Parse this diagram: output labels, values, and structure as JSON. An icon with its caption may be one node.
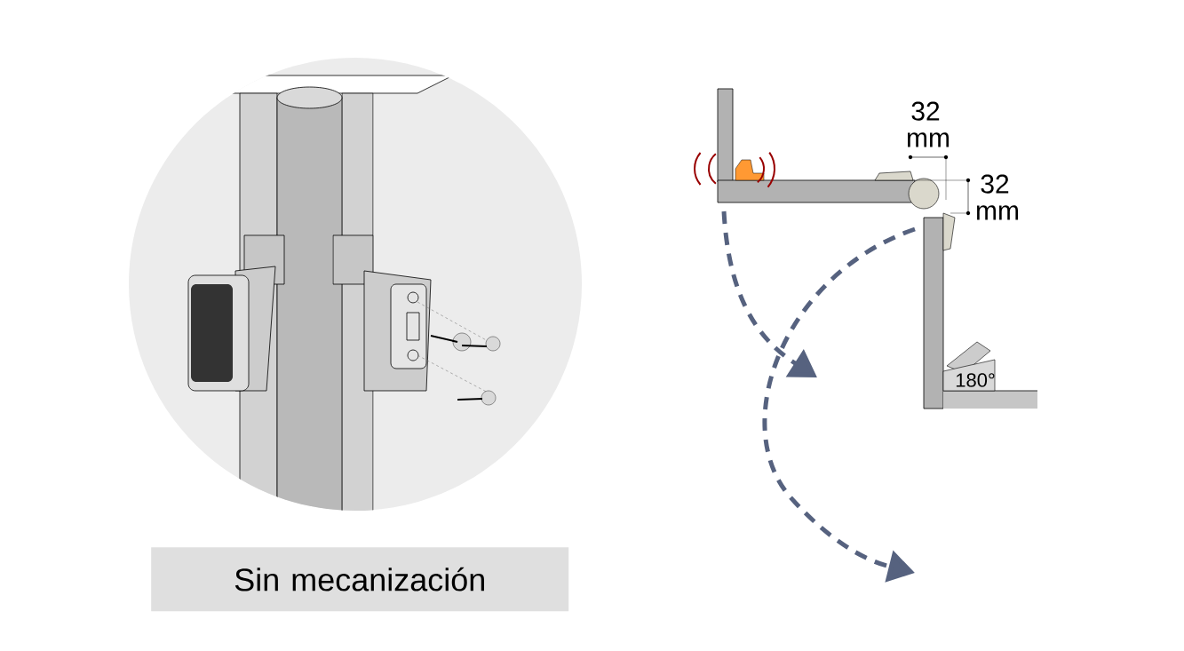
{
  "diagram": {
    "nodes": [
      {
        "text": [
          "Sin mecanización"
        ]
      }
    ],
    "labels": [
      "32 mm",
      "32 mm",
      "180°"
    ]
  }
}
